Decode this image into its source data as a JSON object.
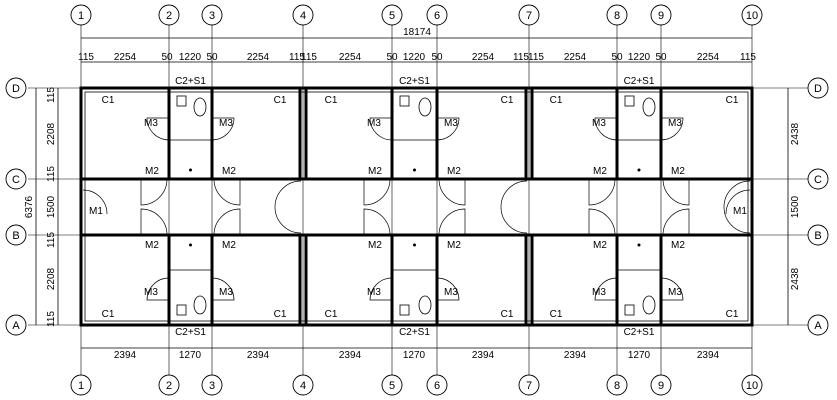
{
  "axes": {
    "columns": [
      "1",
      "2",
      "3",
      "4",
      "5",
      "6",
      "7",
      "8",
      "9",
      "10"
    ],
    "rows": [
      "D",
      "C",
      "B",
      "A"
    ]
  },
  "dims": {
    "total": "18174",
    "top_small": [
      "115",
      "50",
      "50",
      "115",
      "115",
      "50",
      "50",
      "115",
      "115",
      "50",
      "50",
      "115"
    ],
    "top_main": [
      "2254",
      "1220",
      "2254",
      "2254",
      "1220",
      "2254",
      "2254",
      "1220",
      "2254"
    ],
    "bottom": [
      "2394",
      "1270",
      "2394",
      "2394",
      "1270",
      "2394",
      "2394",
      "1270",
      "2394"
    ],
    "left": [
      "115",
      "2208",
      "115",
      "1500",
      "115",
      "2208",
      "115"
    ],
    "left_total": "6376",
    "right": [
      "2438",
      "1500",
      "2438"
    ]
  },
  "labels": {
    "c1": "C1",
    "c2s1": "C2+S1",
    "m1": "M1",
    "m2": "M2",
    "m3": "M3"
  }
}
